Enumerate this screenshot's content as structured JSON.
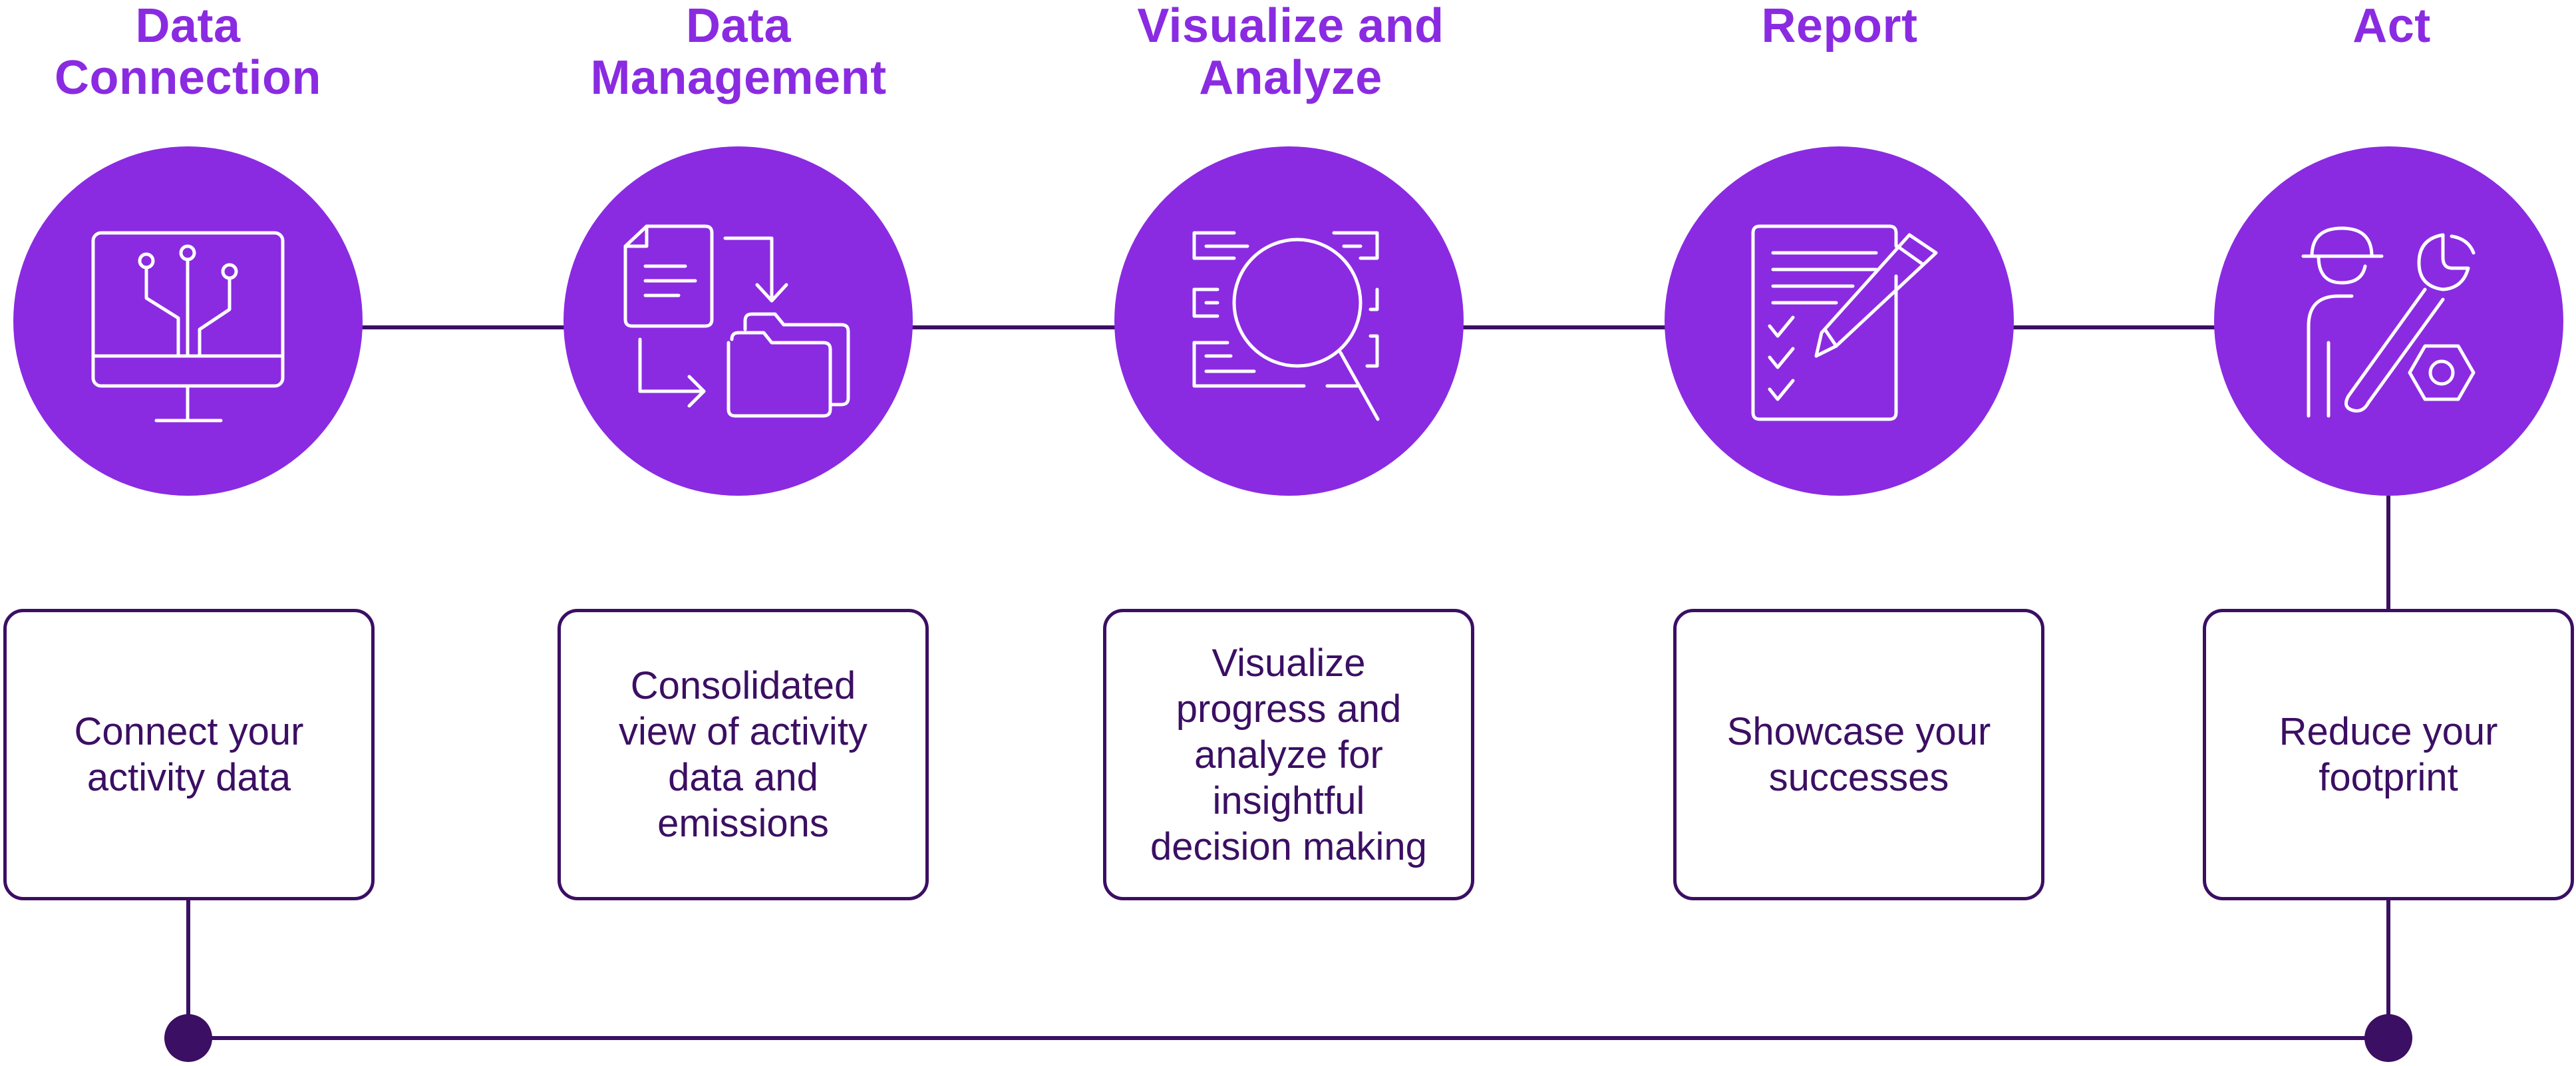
{
  "colors": {
    "circle": "#8a2be2",
    "title": "#8a2be2",
    "line": "#3b0f63",
    "icon": "#ffffff"
  },
  "stages": [
    {
      "title": "Data\nConnection",
      "description": "Connect your\nactivity data",
      "icon": "monitor-circuit-icon"
    },
    {
      "title": "Data\nManagement",
      "description": "Consolidated\nview of activity\ndata and\nemissions",
      "icon": "files-folders-icon"
    },
    {
      "title": "Visualize and\nAnalyze",
      "description": "Visualize\nprogress and\nanalyze for\ninsightful\ndecision making",
      "icon": "magnifier-document-icon"
    },
    {
      "title": "Report",
      "description": "Showcase your\nsuccesses",
      "icon": "checklist-pencil-icon"
    },
    {
      "title": "Act",
      "description": "Reduce your\nfootprint",
      "icon": "worker-tools-icon"
    }
  ]
}
